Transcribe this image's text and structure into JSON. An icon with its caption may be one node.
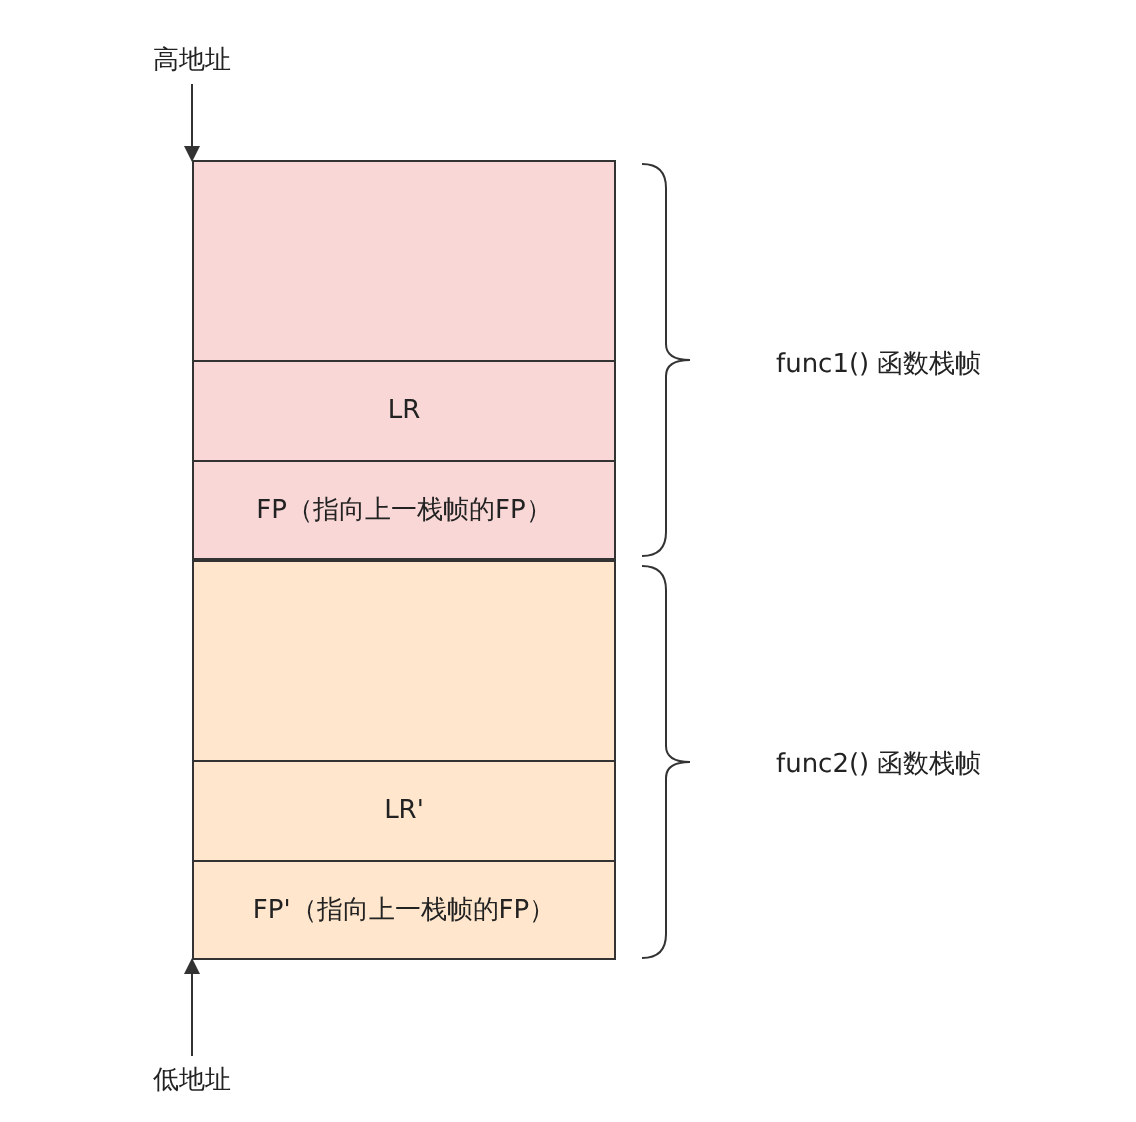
{
  "diagram": {
    "nodes": [
      {
        "text": [
          "高地址"
        ]
      },
      {
        "text": [],
        "shape": "box"
      },
      {
        "text": [
          "LR"
        ]
      },
      {
        "text": [
          "FP（指向上一栈帧的FP）"
        ]
      },
      {
        "text": [],
        "shape": "box"
      },
      {
        "text": [
          "LR'"
        ]
      },
      {
        "text": [
          "FP'（指向上一栈帧的FP）"
        ]
      },
      {
        "text": [
          "低地址"
        ]
      }
    ],
    "edges": [
      {
        "from": 0,
        "to": 1,
        "arrow": "to"
      },
      {
        "from": 7,
        "to": 6,
        "arrow": "to"
      }
    ],
    "labels": [
      "func1() 函数栈帧",
      "func2() 函数栈帧"
    ]
  }
}
